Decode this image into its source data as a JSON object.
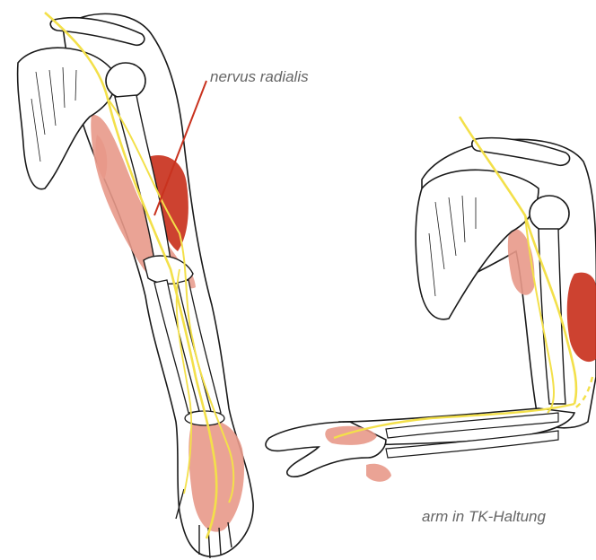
{
  "labels": {
    "nervus_radialis": "nervus radialis",
    "arm_tk_haltung": "arm in TK-Haltung"
  },
  "figures": [
    {
      "name": "straight-arm",
      "content": "drawn skeletal arm with shoulder, humerus, forearm and hand"
    },
    {
      "name": "tk-posture-arm",
      "content": "drawn skeletal arm in TK posture with shoulder, humerus, forearm and hand"
    }
  ],
  "colors": {
    "nerve": "#f3e04a",
    "pain_light": "#e8998a",
    "pain_dark": "#c9321e",
    "leader_line": "#c9321e",
    "outline": "#1a1a1a",
    "label_text": "#666666"
  }
}
